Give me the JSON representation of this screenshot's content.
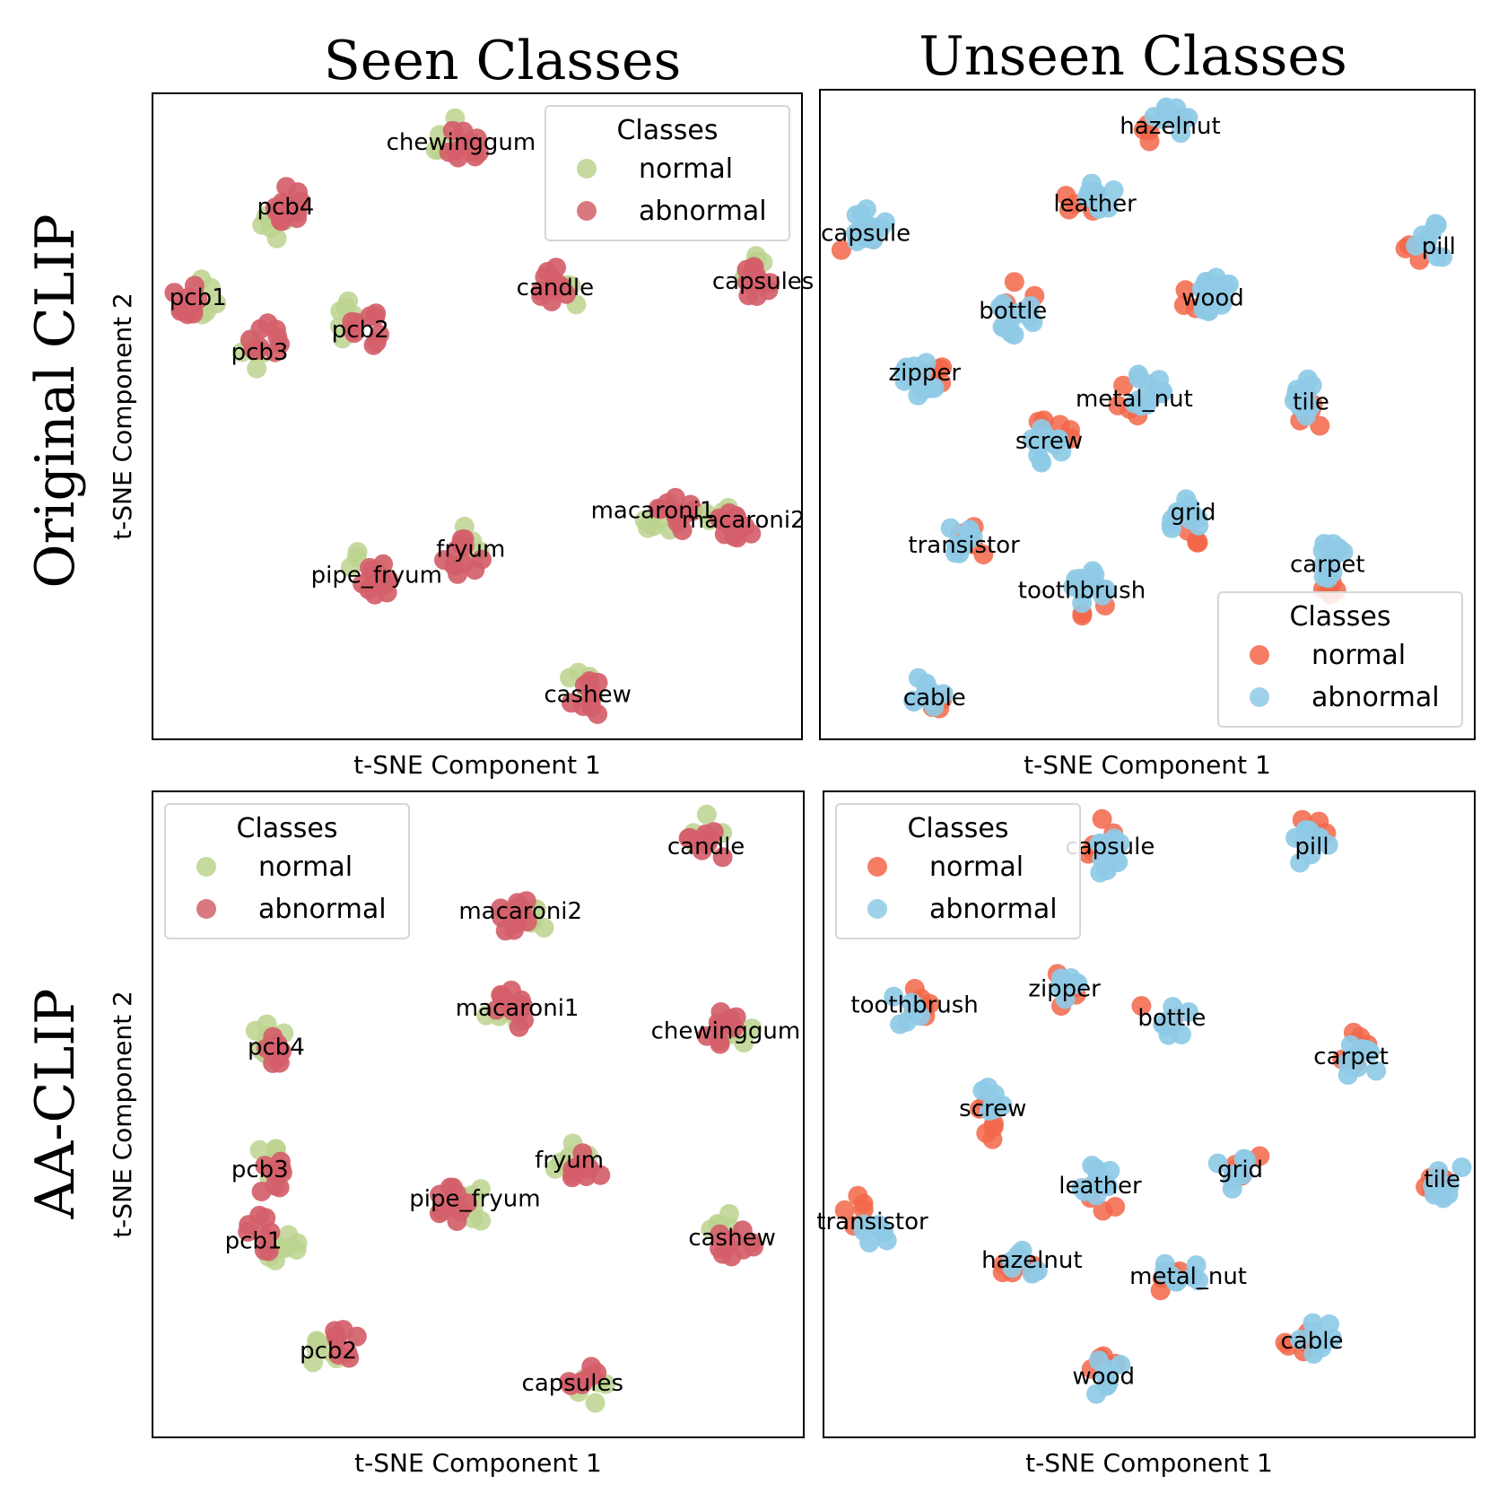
{
  "figure": {
    "column_titles": [
      "Seen Classes",
      "Unseen Classes"
    ],
    "row_titles": [
      "Original CLIP",
      "AA-CLIP"
    ]
  },
  "chart_data": [
    {
      "type": "scatter",
      "id": "orig-seen",
      "xlabel": "t-SNE Component 1",
      "ylabel": "t-SNE Component 2",
      "xlim": [
        0,
        100
      ],
      "ylim": [
        0,
        100
      ],
      "legend": {
        "title": "Classes",
        "position": "top-right",
        "entries": [
          "normal",
          "abnormal"
        ]
      },
      "colors": {
        "normal": "#bcd38f",
        "abnormal": "#d4606a"
      },
      "clusters": [
        {
          "name": "chewinggum",
          "x": 47,
          "y": 92,
          "label_x": 47.5,
          "label_y": 92.5,
          "normal": 5,
          "abnormal": 12
        },
        {
          "name": "pcb4",
          "x": 20.5,
          "y": 82,
          "label_x": 20.5,
          "label_y": 82.5,
          "normal": 6,
          "abnormal": 12
        },
        {
          "name": "pcb1",
          "x": 6.5,
          "y": 68,
          "label_x": 7,
          "label_y": 68.5,
          "normal": 5,
          "abnormal": 12
        },
        {
          "name": "pcb3",
          "x": 17,
          "y": 61,
          "label_x": 16.5,
          "label_y": 60,
          "normal": 6,
          "abnormal": 10
        },
        {
          "name": "pcb2",
          "x": 32,
          "y": 64,
          "label_x": 32,
          "label_y": 63.5,
          "normal": 6,
          "abnormal": 10
        },
        {
          "name": "candle",
          "x": 62,
          "y": 70,
          "label_x": 62,
          "label_y": 70,
          "normal": 5,
          "abnormal": 12
        },
        {
          "name": "capsules",
          "x": 93,
          "y": 71,
          "label_x": 94,
          "label_y": 71,
          "normal": 6,
          "abnormal": 12
        },
        {
          "name": "macaroni1",
          "x": 80,
          "y": 35,
          "label_x": 77,
          "label_y": 35.5,
          "normal": 6,
          "abnormal": 12
        },
        {
          "name": "macaroni2",
          "x": 89,
          "y": 33,
          "label_x": 91,
          "label_y": 34,
          "normal": 6,
          "abnormal": 12
        },
        {
          "name": "fryum",
          "x": 48,
          "y": 29,
          "label_x": 49,
          "label_y": 29.5,
          "normal": 4,
          "abnormal": 12
        },
        {
          "name": "pipe_fryum",
          "x": 34,
          "y": 25,
          "label_x": 34.5,
          "label_y": 25.5,
          "normal": 6,
          "abnormal": 10
        },
        {
          "name": "cashew",
          "x": 67,
          "y": 7,
          "label_x": 67,
          "label_y": 7,
          "normal": 5,
          "abnormal": 10
        }
      ]
    },
    {
      "type": "scatter",
      "id": "orig-unseen",
      "xlabel": "t-SNE Component 1",
      "ylabel": "",
      "xlim": [
        0,
        100
      ],
      "ylim": [
        0,
        100
      ],
      "legend": {
        "title": "Classes",
        "position": "lower-right",
        "entries": [
          "normal",
          "abnormal"
        ]
      },
      "colors": {
        "normal": "#f26649",
        "abnormal": "#8ecae6"
      },
      "clusters": [
        {
          "name": "hazelnut",
          "x": 53,
          "y": 95,
          "label_x": 53.5,
          "label_y": 94.5,
          "normal": 4,
          "abnormal": 12
        },
        {
          "name": "leather",
          "x": 42,
          "y": 83,
          "label_x": 42,
          "label_y": 82.5,
          "normal": 4,
          "abnormal": 12
        },
        {
          "name": "capsule",
          "x": 7,
          "y": 78,
          "label_x": 7,
          "label_y": 78,
          "normal": 4,
          "abnormal": 14
        },
        {
          "name": "pill",
          "x": 93,
          "y": 76,
          "label_x": 94.5,
          "label_y": 76,
          "normal": 4,
          "abnormal": 10
        },
        {
          "name": "wood",
          "x": 60,
          "y": 68,
          "label_x": 60,
          "label_y": 68,
          "normal": 4,
          "abnormal": 14
        },
        {
          "name": "bottle",
          "x": 30,
          "y": 66,
          "label_x": 29.5,
          "label_y": 66,
          "normal": 4,
          "abnormal": 14
        },
        {
          "name": "zipper",
          "x": 16,
          "y": 56,
          "label_x": 16,
          "label_y": 56.5,
          "normal": 5,
          "abnormal": 12
        },
        {
          "name": "metal_nut",
          "x": 49,
          "y": 53,
          "label_x": 48,
          "label_y": 52.5,
          "normal": 4,
          "abnormal": 12
        },
        {
          "name": "tile",
          "x": 74,
          "y": 52,
          "label_x": 75,
          "label_y": 52,
          "normal": 4,
          "abnormal": 10
        },
        {
          "name": "screw",
          "x": 35,
          "y": 46,
          "label_x": 35,
          "label_y": 46,
          "normal": 6,
          "abnormal": 12
        },
        {
          "name": "grid",
          "x": 56,
          "y": 34,
          "label_x": 57,
          "label_y": 35,
          "normal": 4,
          "abnormal": 12
        },
        {
          "name": "transistor",
          "x": 22,
          "y": 30,
          "label_x": 22,
          "label_y": 30,
          "normal": 5,
          "abnormal": 10
        },
        {
          "name": "carpet",
          "x": 78,
          "y": 27,
          "label_x": 77.5,
          "label_y": 27,
          "normal": 5,
          "abnormal": 12
        },
        {
          "name": "toothbrush",
          "x": 41,
          "y": 23,
          "label_x": 40,
          "label_y": 23,
          "normal": 3,
          "abnormal": 12
        },
        {
          "name": "cable",
          "x": 17,
          "y": 7,
          "label_x": 17.5,
          "label_y": 6.5,
          "normal": 3,
          "abnormal": 10
        }
      ]
    },
    {
      "type": "scatter",
      "id": "aa-seen",
      "xlabel": "t-SNE Component 1",
      "ylabel": "t-SNE Component 2",
      "xlim": [
        0,
        100
      ],
      "ylim": [
        0,
        100
      ],
      "legend": {
        "title": "Classes",
        "position": "top-left",
        "entries": [
          "normal",
          "abnormal"
        ]
      },
      "colors": {
        "normal": "#bcd38f",
        "abnormal": "#d4606a"
      },
      "clusters": [
        {
          "name": "candle",
          "x": 85,
          "y": 92,
          "label_x": 85,
          "label_y": 91.5,
          "normal": 4,
          "abnormal": 10
        },
        {
          "name": "macaroni2",
          "x": 56,
          "y": 81,
          "label_x": 56.5,
          "label_y": 81.5,
          "normal": 6,
          "abnormal": 12
        },
        {
          "name": "macaroni1",
          "x": 55,
          "y": 66,
          "label_x": 56,
          "label_y": 66.5,
          "normal": 4,
          "abnormal": 12
        },
        {
          "name": "chewinggum",
          "x": 88,
          "y": 63,
          "label_x": 88,
          "label_y": 63,
          "normal": 4,
          "abnormal": 10
        },
        {
          "name": "pcb4",
          "x": 19,
          "y": 60,
          "label_x": 19,
          "label_y": 60.5,
          "normal": 8,
          "abnormal": 8
        },
        {
          "name": "pcb3",
          "x": 18,
          "y": 41,
          "label_x": 16.5,
          "label_y": 41.5,
          "normal": 8,
          "abnormal": 8
        },
        {
          "name": "pcb1",
          "x": 18,
          "y": 31,
          "label_x": 15.5,
          "label_y": 30.5,
          "normal": 8,
          "abnormal": 8
        },
        {
          "name": "fryum",
          "x": 66,
          "y": 42,
          "label_x": 64,
          "label_y": 43,
          "normal": 6,
          "abnormal": 10
        },
        {
          "name": "pipe_fryum",
          "x": 47,
          "y": 36,
          "label_x": 49.5,
          "label_y": 37,
          "normal": 8,
          "abnormal": 10
        },
        {
          "name": "cashew",
          "x": 89,
          "y": 31,
          "label_x": 89,
          "label_y": 31,
          "normal": 5,
          "abnormal": 10
        },
        {
          "name": "pcb2",
          "x": 28,
          "y": 14,
          "label_x": 27,
          "label_y": 13.5,
          "normal": 6,
          "abnormal": 8
        },
        {
          "name": "capsules",
          "x": 66,
          "y": 9,
          "label_x": 64.5,
          "label_y": 8.5,
          "normal": 5,
          "abnormal": 8
        }
      ]
    },
    {
      "type": "scatter",
      "id": "aa-unseen",
      "xlabel": "t-SNE Component 1",
      "ylabel": "",
      "xlim": [
        0,
        100
      ],
      "ylim": [
        0,
        100
      ],
      "legend": {
        "title": "Classes",
        "position": "top-left",
        "entries": [
          "normal",
          "abnormal"
        ]
      },
      "colors": {
        "normal": "#f26649",
        "abnormal": "#8ecae6"
      },
      "clusters": [
        {
          "name": "capsule",
          "x": 43,
          "y": 91,
          "label_x": 44,
          "label_y": 91.5,
          "normal": 5,
          "abnormal": 12
        },
        {
          "name": "pill",
          "x": 75,
          "y": 92,
          "label_x": 75,
          "label_y": 91.5,
          "normal": 5,
          "abnormal": 10
        },
        {
          "name": "toothbrush",
          "x": 13,
          "y": 67,
          "label_x": 14,
          "label_y": 67,
          "normal": 6,
          "abnormal": 8
        },
        {
          "name": "zipper",
          "x": 38,
          "y": 70,
          "label_x": 37,
          "label_y": 69.5,
          "normal": 5,
          "abnormal": 8
        },
        {
          "name": "bottle",
          "x": 53,
          "y": 65,
          "label_x": 53.5,
          "label_y": 65,
          "normal": 4,
          "abnormal": 8
        },
        {
          "name": "carpet",
          "x": 82,
          "y": 59,
          "label_x": 81,
          "label_y": 59,
          "normal": 5,
          "abnormal": 10
        },
        {
          "name": "screw",
          "x": 25,
          "y": 51,
          "label_x": 26,
          "label_y": 51,
          "normal": 6,
          "abnormal": 8
        },
        {
          "name": "grid",
          "x": 64,
          "y": 41,
          "label_x": 64,
          "label_y": 41.5,
          "normal": 5,
          "abnormal": 8
        },
        {
          "name": "leather",
          "x": 42,
          "y": 39,
          "label_x": 42.5,
          "label_y": 39,
          "normal": 6,
          "abnormal": 10
        },
        {
          "name": "tile",
          "x": 95,
          "y": 40,
          "label_x": 95,
          "label_y": 40,
          "normal": 5,
          "abnormal": 8
        },
        {
          "name": "transistor",
          "x": 7,
          "y": 33,
          "label_x": 7.5,
          "label_y": 33.5,
          "normal": 5,
          "abnormal": 8
        },
        {
          "name": "hazelnut",
          "x": 31,
          "y": 27,
          "label_x": 32,
          "label_y": 27.5,
          "normal": 6,
          "abnormal": 8
        },
        {
          "name": "metal_nut",
          "x": 55,
          "y": 25,
          "label_x": 56,
          "label_y": 25,
          "normal": 5,
          "abnormal": 8
        },
        {
          "name": "cable",
          "x": 75,
          "y": 15,
          "label_x": 75,
          "label_y": 15,
          "normal": 5,
          "abnormal": 8
        },
        {
          "name": "wood",
          "x": 43,
          "y": 10,
          "label_x": 43,
          "label_y": 9.5,
          "normal": 4,
          "abnormal": 8
        }
      ]
    }
  ]
}
